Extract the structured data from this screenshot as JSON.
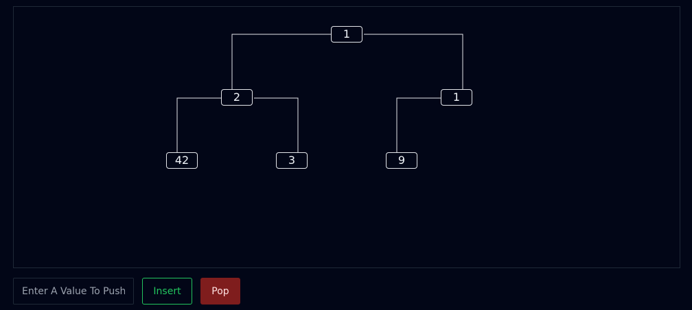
{
  "tree": {
    "nodes": [
      {
        "id": "n0",
        "value": "1"
      },
      {
        "id": "n1",
        "value": "2"
      },
      {
        "id": "n2",
        "value": "1"
      },
      {
        "id": "n3",
        "value": "42"
      },
      {
        "id": "n4",
        "value": "3"
      },
      {
        "id": "n5",
        "value": "9"
      }
    ],
    "edges": [
      [
        "n0",
        "n1"
      ],
      [
        "n0",
        "n2"
      ],
      [
        "n1",
        "n3"
      ],
      [
        "n1",
        "n4"
      ],
      [
        "n2",
        "n5"
      ]
    ]
  },
  "controls": {
    "input_placeholder": "Enter A Value To Push",
    "insert_label": "Insert",
    "pop_label": "Pop"
  },
  "colors": {
    "background": "#020617",
    "insert_accent": "#22c55e",
    "pop_accent": "#7f1d1d"
  }
}
